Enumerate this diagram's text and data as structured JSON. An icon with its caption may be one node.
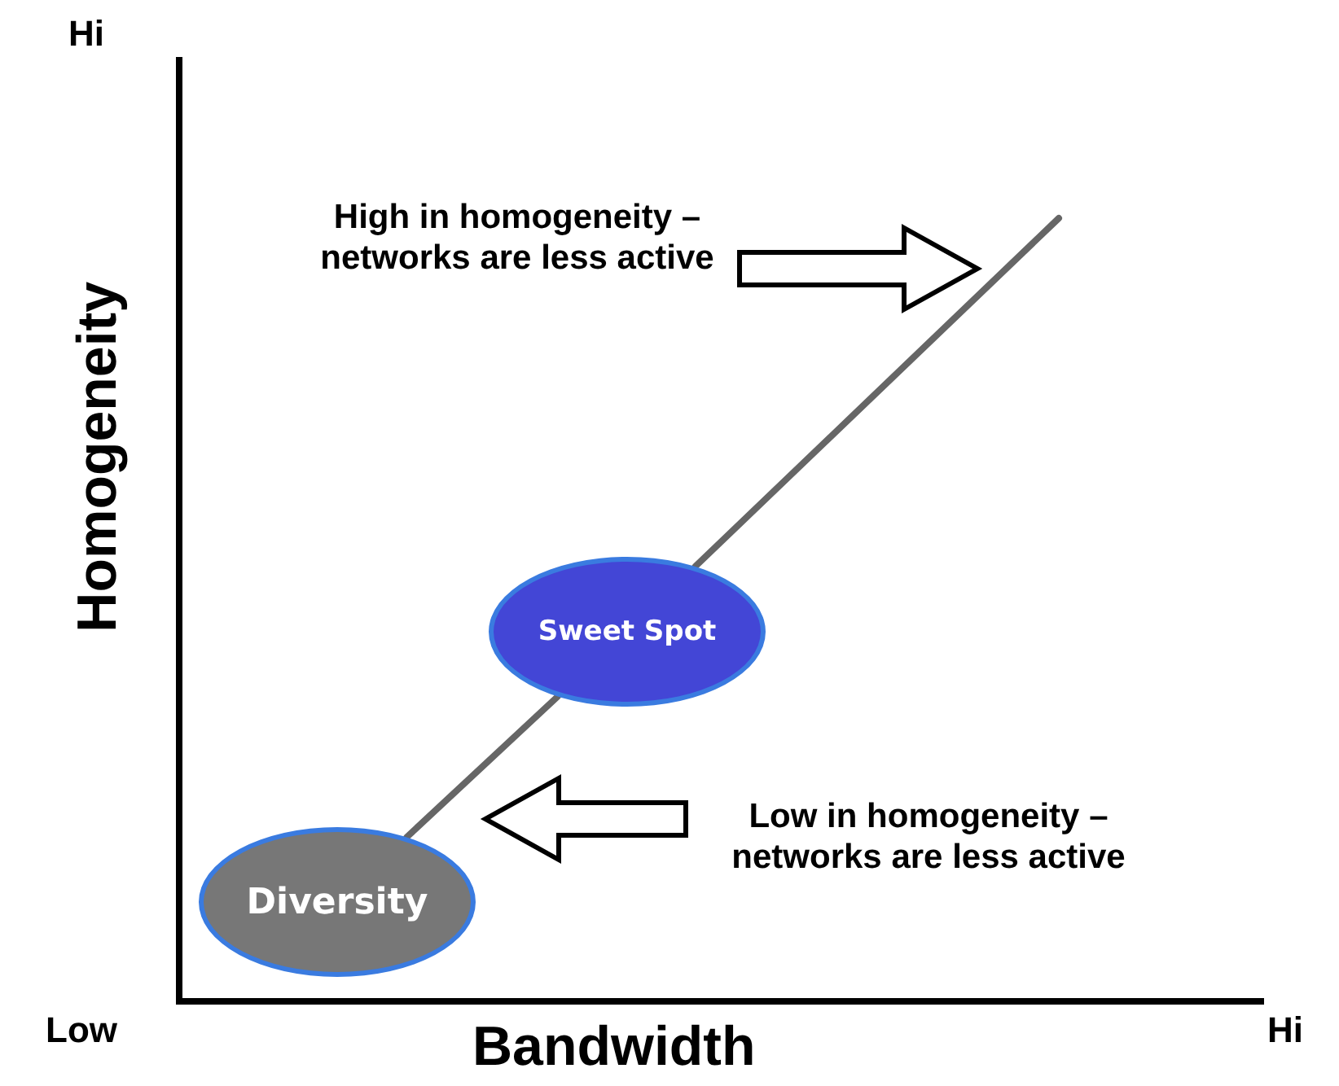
{
  "diagram": {
    "nodes": [
      {
        "text": [
          "Diversity"
        ]
      },
      {
        "text": [
          "Sweet Spot"
        ]
      },
      {
        "text": [
          "High in homogeneity – networks are less active"
        ]
      },
      {
        "text": [
          "Low in homogeneity – networks are less active"
        ]
      }
    ],
    "edges": [
      {
        "from": 0,
        "to": 1,
        "arrow": "none"
      },
      {
        "from": 1,
        "to": null,
        "arrow": "none"
      },
      {
        "from": 2,
        "to": null,
        "arrow": "to"
      },
      {
        "from": 3,
        "to": null,
        "arrow": "to"
      }
    ],
    "labels": [
      "Hi",
      "Homogeneity",
      "Low",
      "Bandwidth",
      "Hi"
    ]
  }
}
